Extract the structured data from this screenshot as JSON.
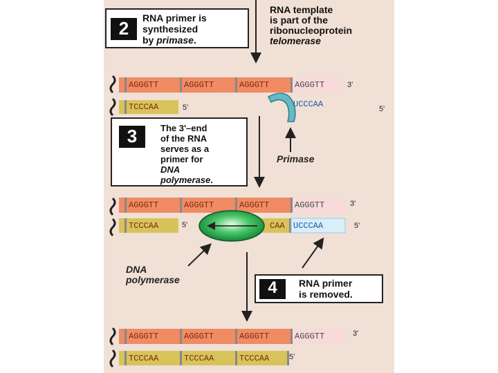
{
  "step2": {
    "number": "2",
    "line1": "RNA primer is",
    "line2": "synthesized",
    "line3": "by",
    "line3_em": "primase",
    "line3_end": "."
  },
  "template_note": {
    "line1": "RNA template",
    "line2": "is part of the",
    "line3": "ribonucleoprotein",
    "line4": "telomerase"
  },
  "step3": {
    "number": "3",
    "line1": "The 3'–end",
    "line2": "of the RNA",
    "line3": "serves as a",
    "line4": "primer for",
    "line5": "DNA",
    "line6": "polymerase",
    "line6_end": "."
  },
  "step4": {
    "number": "4",
    "line1": "RNA primer",
    "line2": "is removed."
  },
  "labels": {
    "primase": "Primase",
    "dna_pol_1": "DNA",
    "dna_pol_2": "polymerase"
  },
  "row1": {
    "top_segments": [
      "AGGGTT",
      "AGGGTT",
      "AGGGTT",
      "AGGGTT"
    ],
    "top_end": "3'",
    "bottom_segments": [
      "TCCCAA"
    ],
    "bottom_end": "5'",
    "primer": "UCCCAA",
    "primer_end": "5'"
  },
  "row2": {
    "top_segments": [
      "AGGGTT",
      "AGGGTT",
      "AGGGTT",
      "AGGGTT"
    ],
    "top_end": "3'",
    "bottom_segments": [
      "TCCCAA",
      "CAA"
    ],
    "bottom_mid_end": "5'",
    "primer": "UCCCAA",
    "primer_end": "5'"
  },
  "row3": {
    "top_segments": [
      "AGGGTT",
      "AGGGTT",
      "AGGGTT",
      "AGGGTT"
    ],
    "top_end": "3'",
    "bottom_segments": [
      "TCCCAA",
      "TCCCAA",
      "TCCCAA"
    ],
    "bottom_end": "5'"
  },
  "colors": {
    "panel": "#f0e0d6",
    "dna_top": "#f08b63",
    "rna_extension": "#f8dada",
    "dna_bottom": "#d8c35a",
    "rna_primer": "#d8eef9",
    "primase": "#69b8c5",
    "polymerase": "#2aa34b"
  }
}
